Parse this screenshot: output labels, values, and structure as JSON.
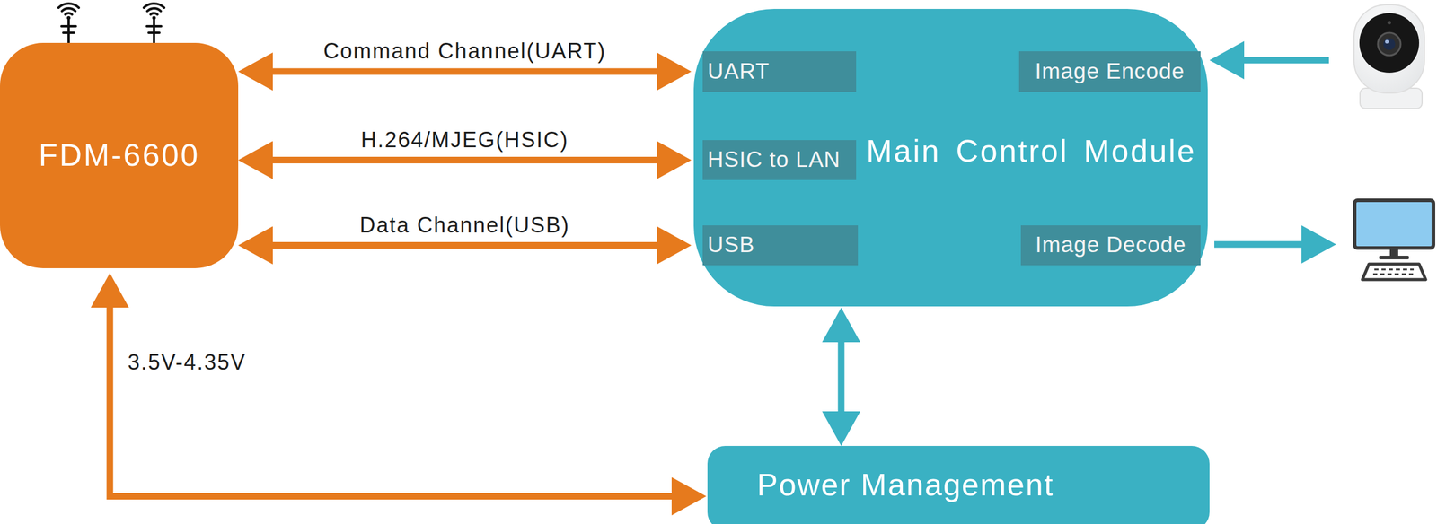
{
  "diagram": {
    "nodes": [
      {
        "text": [
          "FDM-6600"
        ]
      },
      {
        "text": [
          "Main Control Module"
        ]
      },
      {
        "text": [
          "UART"
        ],
        "in": 1
      },
      {
        "text": [
          "HSIC to LAN"
        ],
        "in": 1
      },
      {
        "text": [
          "USB"
        ],
        "in": 1
      },
      {
        "text": [
          "Image Encode"
        ],
        "in": 1
      },
      {
        "text": [
          "Image Decode"
        ],
        "in": 1
      },
      {
        "text": [
          "Power Management"
        ]
      }
    ],
    "edges": [
      {
        "from": 0,
        "to": 2,
        "arrow": "both",
        "label": "Command Channel(UART)"
      },
      {
        "from": 0,
        "to": 3,
        "arrow": "both",
        "label": "H.264/MJEG(HSIC)"
      },
      {
        "from": 0,
        "to": 4,
        "arrow": "both",
        "label": "Data Channel(USB)"
      },
      {
        "from": 1,
        "to": 7,
        "arrow": "both"
      },
      {
        "from": 0,
        "to": 7,
        "arrow": "both",
        "label": "3.5V-4.35V"
      }
    ]
  }
}
